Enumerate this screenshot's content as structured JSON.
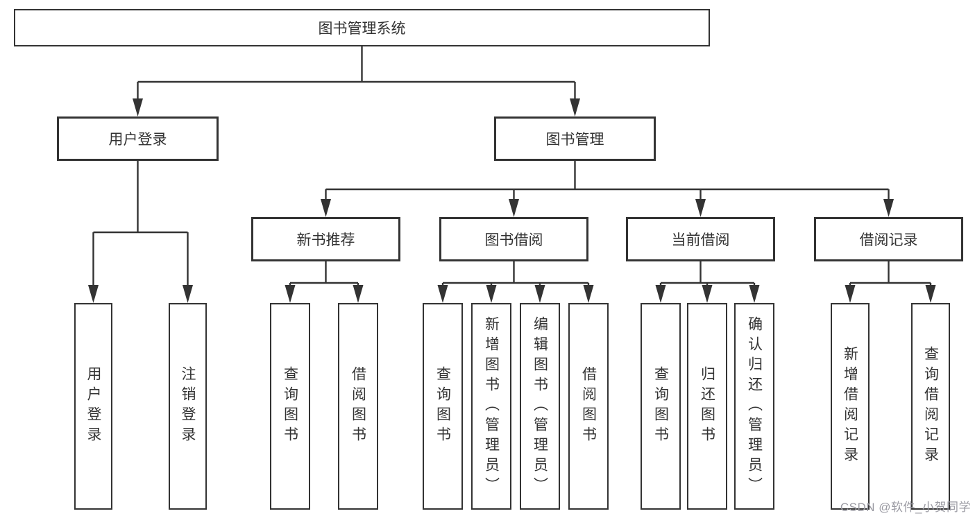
{
  "nodes": {
    "root": "图书管理系统",
    "user_login": "用户登录",
    "book_management": "图书管理",
    "new_book_recommend": "新书推荐",
    "book_borrowing": "图书借阅",
    "current_borrowing": "当前借阅",
    "borrowing_records": "借阅记录"
  },
  "leaves": [
    {
      "label": "用户登录"
    },
    {
      "label": "注销登录"
    },
    {
      "label": "查询图书"
    },
    {
      "label": "借阅图书"
    },
    {
      "label": "查询图书"
    },
    {
      "label": "新增图书（管理员）"
    },
    {
      "label": "编辑图书（管理员）"
    },
    {
      "label": "借阅图书"
    },
    {
      "label": "查询图书"
    },
    {
      "label": "归还图书"
    },
    {
      "label": "确认归还（管理员）"
    },
    {
      "label": "新增借阅记录"
    },
    {
      "label": "查询借阅记录"
    }
  ],
  "watermark": {
    "text": "CSDN @软件_小贺同学"
  },
  "colors": {
    "line": "#333333",
    "text": "#333333",
    "background": "#ffffff",
    "watermark": "#9a9aa2"
  }
}
